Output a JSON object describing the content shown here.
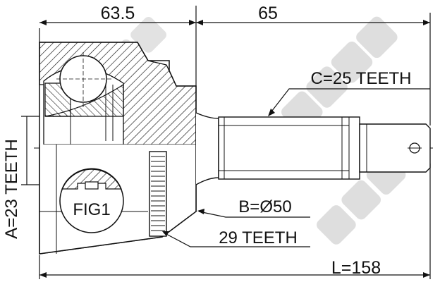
{
  "dimensions": {
    "housing_length": "63.5",
    "shaft_length": "65",
    "total_length": "L=158"
  },
  "labels": {
    "outer_spline": "C=25 TEETH",
    "inner_spline": "A=23 TEETH",
    "abs_ring_diameter": "B=Ø50",
    "abs_ring_teeth": "29 TEETH",
    "figure": "FIG1"
  },
  "colors": {
    "line": "#111111",
    "watermark": "#d9d9d9",
    "background": "#ffffff"
  }
}
